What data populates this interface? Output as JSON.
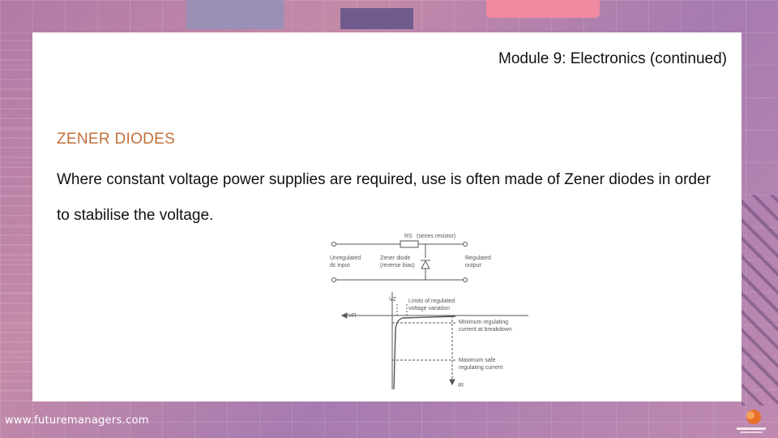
{
  "slide": {
    "title": "Module 9: Electronics (continued)",
    "heading": "ZENER DIODES",
    "paragraph": "Where constant voltage power supplies are required, use is often made of Zener diodes in order to stabilise the voltage."
  },
  "figure": {
    "circuit": {
      "resistor_label": "RS",
      "resistor_note": "(series resistor)",
      "input_label_1": "Unregulated",
      "input_label_2": "dc input",
      "zener_label_1": "Zener diode",
      "zener_label_2": "(reverse bias)",
      "output_label_1": "Regulated",
      "output_label_2": "output"
    },
    "curve": {
      "vz_label": "VZ",
      "vr_label": "VR",
      "ir_label": "IR",
      "limits_label_1": "Limits of regulated",
      "limits_label_2": "voltage variation",
      "min_label_1": "Minimum regulating",
      "min_label_2": "current at breakdown",
      "max_label_1": "Maximum safe",
      "max_label_2": "regulating current"
    }
  },
  "footer": {
    "url": "www.futuremanagers.com"
  },
  "colors": {
    "heading": "#c0703a",
    "accent_pink": "#e85a7a",
    "logo_orange": "#e8702a"
  }
}
